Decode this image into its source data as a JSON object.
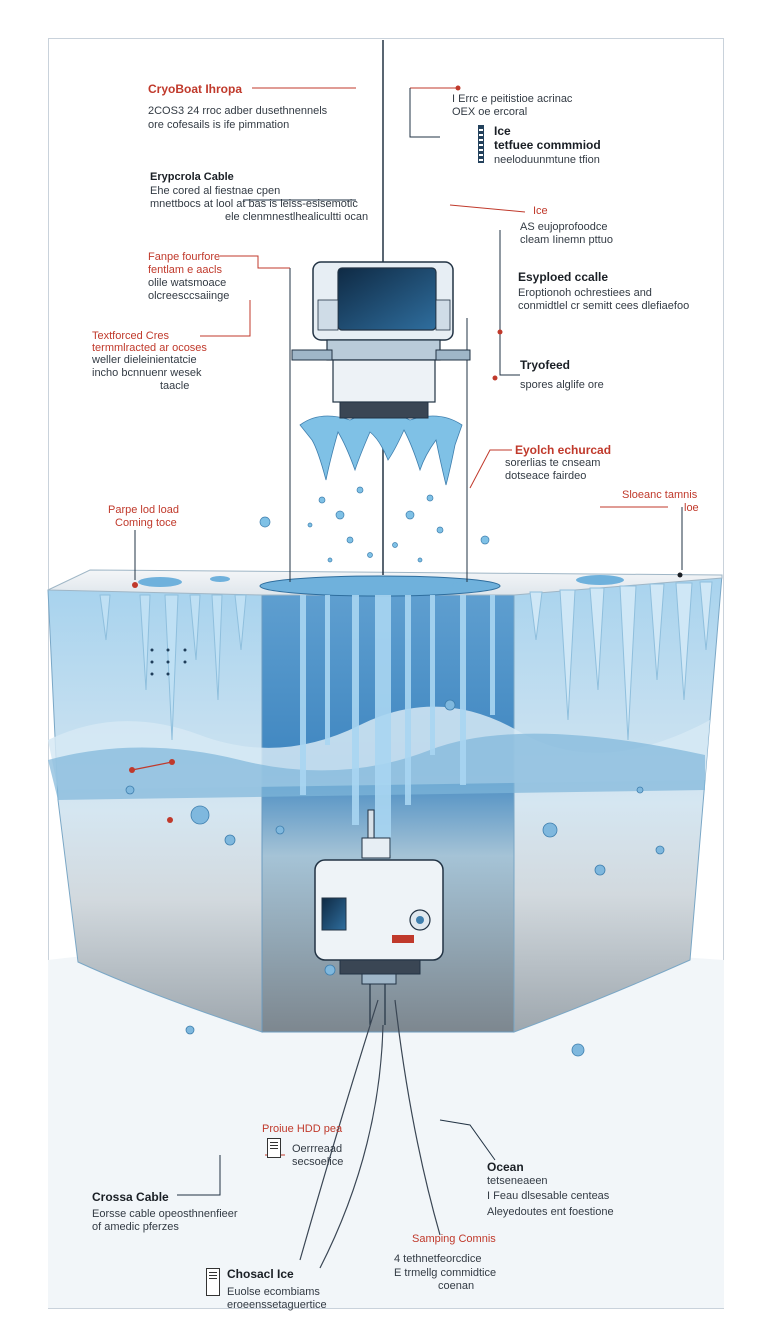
{
  "diagram": {
    "title": "Metting through through",
    "labels": {
      "cryobot_name": "CryoBoat Ihropa",
      "cryobot_desc_1": "2COS3 24 rroc adber dusethnennels",
      "cryobot_desc_2": "ore cofesails is ife pimmation",
      "cable_name": "Erypcrola Cable",
      "cable_desc_1": "Ehe cored al fiestnae cpen",
      "cable_desc_2": "mnettbocs at lool at bas is leiss-esisemotic",
      "cable_desc_3": "ele clenmnestlhealicultti ocan",
      "fpp_name": "Fanpe fourfore",
      "fpp_desc_1": "fentlam e aacls",
      "fpp_desc_2": "olile watsmoace",
      "fpp_desc_3": "olcreesccsaiinge",
      "textcred_name": "Textforced Cres",
      "textcred_desc_1": "termmlracted ar ocoses",
      "textcred_desc_2": "weller dieleinientatcie",
      "textcred_desc_3": "incho bcnnuenr wesek",
      "textcred_desc_4": "taacle",
      "top_note_1": "I Errc e peitistioe acrinac",
      "top_note_2": "OEX oe ercoral",
      "ice_top_name": "Ice",
      "ice_top_sub": "tetfuee commmiod",
      "ice_top_desc": "neeloduunmtune tfion",
      "ice_mid_name": "Ice",
      "ice_mid_desc_1": "AS eujoprofoodce",
      "ice_mid_desc_2": "cleam Iinemn pttuo",
      "syploed_name": "Esyploed ccalle",
      "syploed_desc_1": "Eroptionoh ochrestiees and",
      "syploed_desc_2": "conmidtlel cr semitt cees dlefiaefoo",
      "tryofeed_name": "Tryofeed",
      "tryofeed_desc": "spores alglife ore",
      "eyolch_name": "Eyolch echurcad",
      "eyolch_desc_1": "sorerlias te cnseam",
      "eyolch_desc_2": "dotseace fairdeo",
      "slooc_name": "Sloeanc tamnis",
      "slooc_desc": "loe",
      "parpe_name": "Parpe lod load",
      "parpe_desc": "Coming toce",
      "probe_name": "Proiue HDD pea",
      "probe_desc_1": "Oerrreaad",
      "probe_desc_2": "secsoelice",
      "ocean_name": "Ocean",
      "ocean_desc_1": "tetseneaeen",
      "ocean_desc_2": "I Feau dlsesable centeas",
      "ocean_desc_3": "Aleyedoutes ent foestione",
      "crossa_name": "Crossa Cable",
      "crossa_desc_1": "Eorsse cable opeosthnenfieer",
      "crossa_desc_2": "of amedic pferzes",
      "sampling_name": "Samping Comnis",
      "sampling_desc_1": "4 tethnetfeorcdice",
      "sampling_desc_2": "E trmellg commidtice",
      "sampling_desc_3": "coenan",
      "crosacl_name": "Chosacl Ice",
      "crosacl_desc_1": "Euolse ecombiams",
      "crosacl_desc_2": "eroeenssetaguertice"
    },
    "colors": {
      "ice_light": "#dcebf5",
      "ice_mid": "#a9cfe6",
      "ice_deep": "#5f9fc9",
      "water": "#7fc1e6",
      "rock": "#8c969e",
      "probe_body": "#eef3f7",
      "probe_accent": "#3f7fae",
      "leader_red": "#c0392b",
      "outline": "#223344"
    }
  }
}
